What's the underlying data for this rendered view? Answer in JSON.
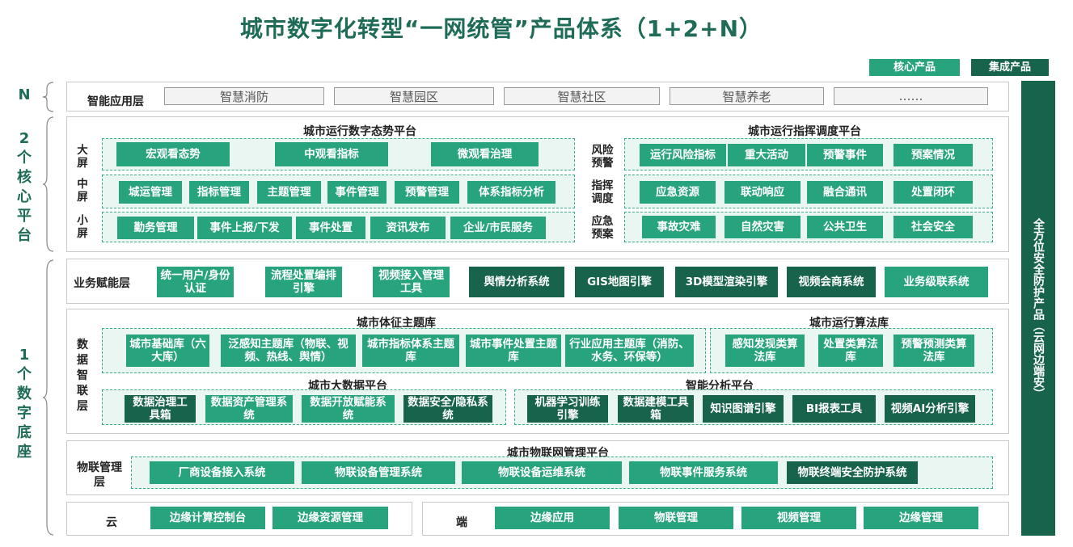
{
  "title": "城市数字化转型“一网统管”产品体系（1+2+N）",
  "legend": {
    "core": "核心产品",
    "integrated": "集成产品"
  },
  "colors": {
    "core": "#27a37d",
    "integrated": "#17634c",
    "title": "#1e6b57"
  },
  "left_labels": {
    "n": "N",
    "two": [
      "2",
      "个",
      "核",
      "心",
      "平",
      "台"
    ],
    "one": [
      "1",
      "个",
      "数",
      "字",
      "底",
      "座"
    ]
  },
  "right_bar": "全方位安全防护产品（云网边端安）",
  "app_layer": {
    "label": "智能应用层",
    "items": [
      "智慧消防",
      "智慧园区",
      "智慧社区",
      "智慧养老",
      "……"
    ]
  },
  "situation_platform": {
    "title": "城市运行数字态势平台",
    "rows": [
      {
        "label": [
          "大",
          "屏"
        ],
        "items": [
          "宏观看态势",
          "中观看指标",
          "微观看治理"
        ]
      },
      {
        "label": [
          "中",
          "屏"
        ],
        "items": [
          "城运管理",
          "指标管理",
          "主题管理",
          "事件管理",
          "预警管理",
          "体系指标分析"
        ]
      },
      {
        "label": [
          "小",
          "屏"
        ],
        "items": [
          "勤务管理",
          "事件上报/下发",
          "事件处置",
          "资讯发布",
          "企业/市民服务"
        ]
      }
    ]
  },
  "command_platform": {
    "title": "城市运行指挥调度平台",
    "rows": [
      {
        "label": [
          "风险",
          "预警"
        ],
        "items": [
          "运行风险指标",
          "重大活动",
          "预警事件",
          "预案情况"
        ]
      },
      {
        "label": [
          "指挥",
          "调度"
        ],
        "items": [
          "应急资源",
          "联动响应",
          "融合通讯",
          "处置闭环"
        ]
      },
      {
        "label": [
          "应急",
          "预案"
        ],
        "items": [
          "事故灾难",
          "自然灾害",
          "公共卫生",
          "社会安全"
        ]
      }
    ]
  },
  "business_layer": {
    "label": "业务赋能层",
    "items": [
      {
        "text": "统一用户/身份认证",
        "kind": "core"
      },
      {
        "text": "流程处置编排引擎",
        "kind": "core"
      },
      {
        "text": "视频接入管理工具",
        "kind": "core"
      },
      {
        "text": "舆情分析系统",
        "kind": "integrated"
      },
      {
        "text": "GIS地图引擎",
        "kind": "integrated"
      },
      {
        "text": "3D模型渲染引擎",
        "kind": "integrated"
      },
      {
        "text": "视频会商系统",
        "kind": "integrated"
      },
      {
        "text": "业务级联系统",
        "kind": "core"
      }
    ]
  },
  "data_layer": {
    "label": [
      "数",
      "据",
      "智",
      "联",
      "层"
    ],
    "theme_db": {
      "title": "城市体征主题库",
      "items": [
        "城市基础库（六大库）",
        "泛感知主题库（物联、视频、热线、舆情）",
        "城市指标体系主题库",
        "城市事件处置主题库",
        "行业应用主题库（消防、水务、环保等）"
      ]
    },
    "algo_db": {
      "title": "城市运行算法库",
      "items": [
        "感知发现类算法库",
        "处置类算法库",
        "预警预测类算法库"
      ]
    },
    "bigdata": {
      "title": "城市大数据平台",
      "items": [
        {
          "text": "数据治理工具箱",
          "kind": "integrated"
        },
        {
          "text": "数据资产管理系统",
          "kind": "core"
        },
        {
          "text": "数据开放赋能系统",
          "kind": "core"
        },
        {
          "text": "数据安全/隐私系统",
          "kind": "integrated"
        }
      ]
    },
    "analysis": {
      "title": "智能分析平台",
      "items": [
        "机器学习训练引擎",
        "数据建模工具箱",
        "知识图谱引擎",
        "BI报表工具",
        "视频AI分析引擎"
      ]
    }
  },
  "iot_layer": {
    "label": "物联管理层",
    "title": "城市物联网管理平台",
    "items": [
      {
        "text": "厂商设备接入系统",
        "kind": "core"
      },
      {
        "text": "物联设备管理系统",
        "kind": "core"
      },
      {
        "text": "物联设备运维系统",
        "kind": "core"
      },
      {
        "text": "物联事件服务系统",
        "kind": "core"
      },
      {
        "text": "物联终端安全防护系统",
        "kind": "integrated"
      }
    ]
  },
  "cloud": {
    "label": "云",
    "items": [
      "边缘计算控制台",
      "边缘资源管理"
    ]
  },
  "edge": {
    "label": "端",
    "items": [
      "边缘应用",
      "物联管理",
      "视频管理",
      "边缘管理"
    ]
  }
}
